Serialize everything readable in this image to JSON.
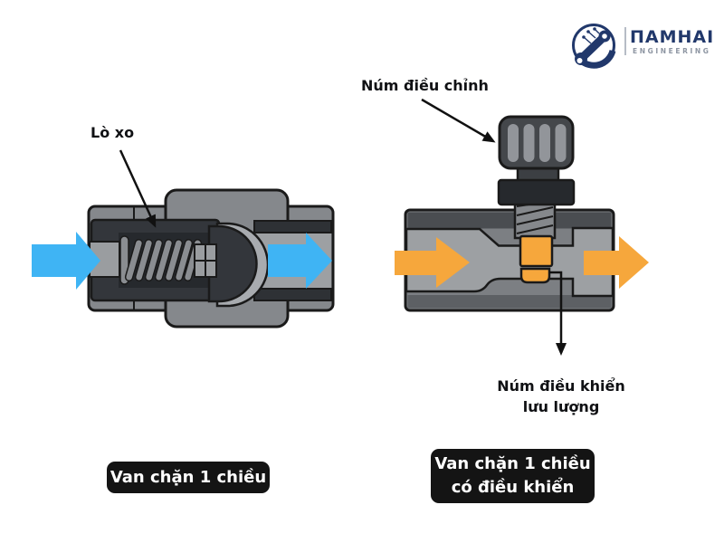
{
  "header": {
    "logo": {
      "icon": "wrench-circuit-icon",
      "brand": "ΠAMHAI",
      "subtitle": "ENGINEERING"
    }
  },
  "left_diagram": {
    "spring_label": "Lò xo",
    "caption": "Van chặn 1 chiều",
    "flow_direction": "left-to-right"
  },
  "right_diagram": {
    "adjust_knob_label": "Núm điều chỉnh",
    "flow_knob_label_line1": "Núm điều khiển",
    "flow_knob_label_line2": "lưu lượng",
    "caption_line1": "Van chặn 1 chiều",
    "caption_line2": "có điều khiển",
    "flow_direction": "left-to-right"
  },
  "colors": {
    "flow_arrow_left_valve": "#3FB4F4",
    "flow_arrow_right_valve": "#F6A73C",
    "valve_body_gray": "#85888c",
    "dark_housing": "#33363b",
    "channel_gray": "#9da0a3",
    "caption_bg": "#141414",
    "brand_navy": "#21386b"
  }
}
